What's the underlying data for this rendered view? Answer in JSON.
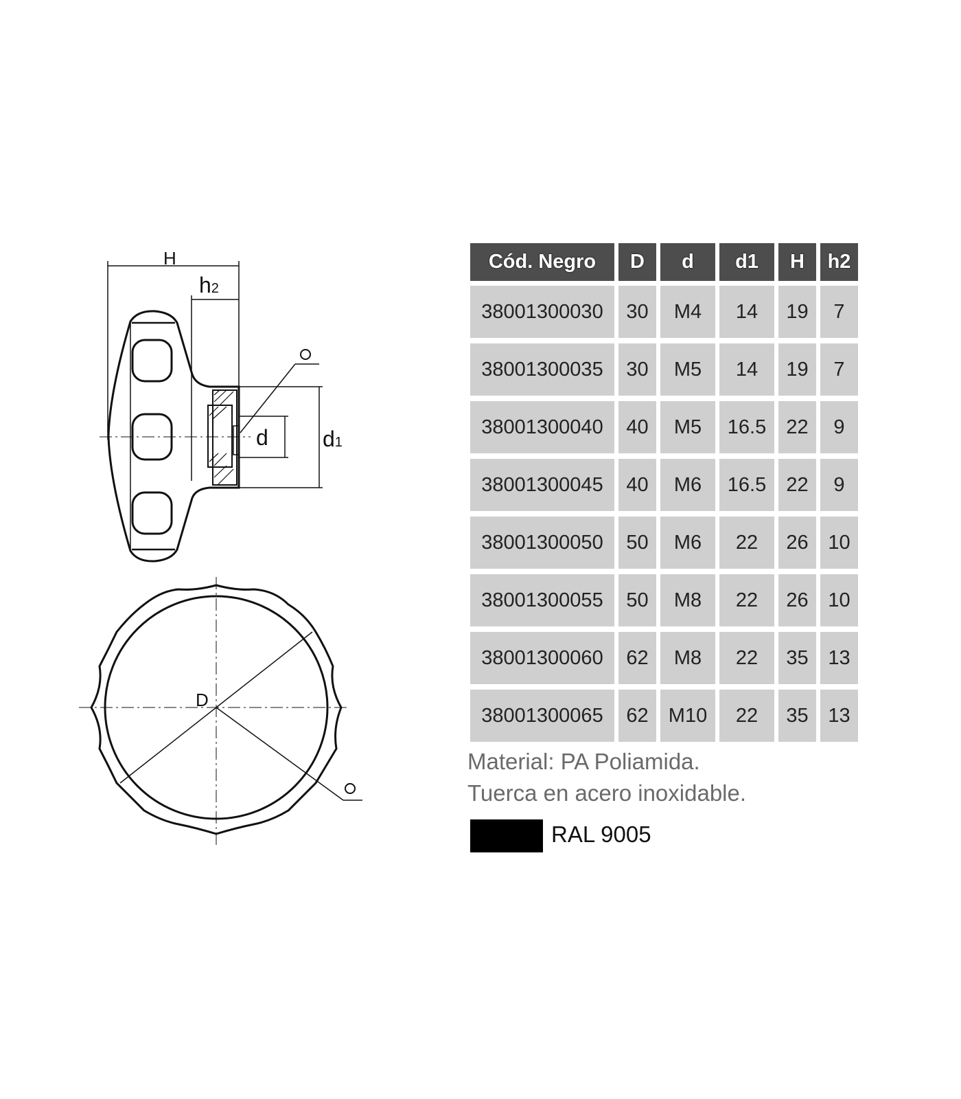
{
  "drawing": {
    "labels": {
      "H": "H",
      "h2": "h",
      "h2_sub": "2",
      "d": "d",
      "d1": "d",
      "d1_sub": "1",
      "D": "D"
    }
  },
  "table": {
    "headers": [
      "Cód. Negro",
      "D",
      "d",
      "d1",
      "H",
      "h2"
    ],
    "rows": [
      [
        "38001300030",
        "30",
        "M4",
        "14",
        "19",
        "7"
      ],
      [
        "38001300035",
        "30",
        "M5",
        "14",
        "19",
        "7"
      ],
      [
        "38001300040",
        "40",
        "M5",
        "16.5",
        "22",
        "9"
      ],
      [
        "38001300045",
        "40",
        "M6",
        "16.5",
        "22",
        "9"
      ],
      [
        "38001300050",
        "50",
        "M6",
        "22",
        "26",
        "10"
      ],
      [
        "38001300055",
        "50",
        "M8",
        "22",
        "26",
        "10"
      ],
      [
        "38001300060",
        "62",
        "M8",
        "22",
        "35",
        "13"
      ],
      [
        "38001300065",
        "62",
        "M10",
        "22",
        "35",
        "13"
      ]
    ]
  },
  "notes": {
    "material": "Material: PA Poliamida.",
    "nut": "Tuerca en acero inoxidable."
  },
  "color": {
    "label": "RAL 9005",
    "swatch": "#000000"
  }
}
